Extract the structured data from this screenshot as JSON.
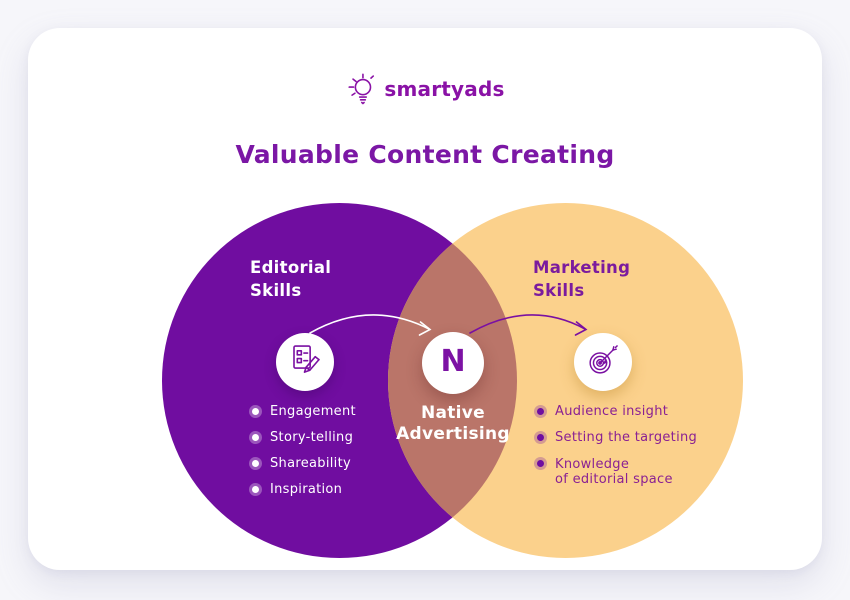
{
  "brand": {
    "name": "smartyads",
    "logo_icon": "lightbulb-icon",
    "color": "#8a12a6"
  },
  "title": "Valuable Content Creating",
  "venn": {
    "left": {
      "heading_line1": "Editorial",
      "heading_line2": "Skills",
      "icon": "document-pencil-icon",
      "circle_color": "#700da0",
      "items": [
        "Engagement",
        "Story-telling",
        "Shareability",
        "Inspiration"
      ]
    },
    "right": {
      "heading_line1": "Marketing",
      "heading_line2": "Skills",
      "icon": "target-dart-icon",
      "circle_color": "#fbd18c",
      "items": [
        {
          "line1": "Audience insight"
        },
        {
          "line1": "Setting the targeting"
        },
        {
          "line1": "Knowledge",
          "line2": "of editorial space"
        }
      ]
    },
    "overlap": {
      "badge_letter": "N",
      "label_line1": "Native",
      "label_line2": "Advertising",
      "color": "#ba7569"
    }
  },
  "colors": {
    "title_purple": "#7b17a5",
    "text_purple": "#8a2193",
    "heading_purple": "#7b1b9e"
  }
}
